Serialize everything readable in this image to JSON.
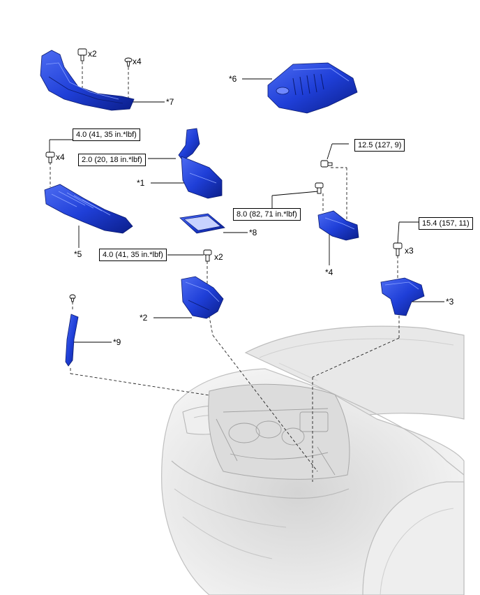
{
  "parts": {
    "p1": "*1",
    "p2": "*2",
    "p3": "*3",
    "p4": "*4",
    "p5": "*5",
    "p6": "*6",
    "p7": "*7",
    "p8": "*8",
    "p9": "*9"
  },
  "quantities": {
    "bolt_top_left": "x2",
    "clip_top": "x4",
    "bolt_left": "x4",
    "bolt_center": "x2",
    "bolt_right": "x3"
  },
  "torques": {
    "t_left": "4.0 (41, 35 in.*lbf)",
    "t_air": "2.0 (20, 18 in.*lbf)",
    "t_center": "4.0 (41, 35 in.*lbf)",
    "t_ecu_a": "12.5 (127, 9)",
    "t_ecu_b": "8.0 (82, 71 in.*lbf)",
    "t_right": "15.4 (157, 11)"
  },
  "colors": {
    "part_blue": "#1f3fd8",
    "part_dark": "#0b1e8a",
    "part_light": "#5a78f0",
    "vehicle_gray": "#c9c9c9"
  },
  "icons": [
    "bolt-icon",
    "clip-icon"
  ]
}
